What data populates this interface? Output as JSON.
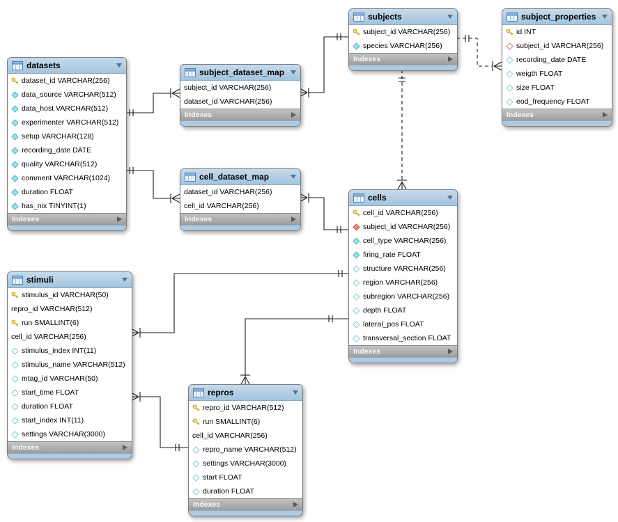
{
  "diagram": {
    "indexes_label": "Indexes",
    "colors": {
      "table_header": "#aecbe3",
      "indexes_bar": "#ababab",
      "primary_key_icon": "#ffe06a",
      "attribute_icon": "#9be0ea",
      "foreign_key_icon": "#f0837b",
      "connector_line": "#1a1a1a"
    },
    "tables": {
      "datasets": {
        "title": "datasets",
        "fields": [
          {
            "icon": "primary-key",
            "name": "dataset_id",
            "type": "VARCHAR(256)"
          },
          {
            "icon": "column-notnull",
            "name": "data_source",
            "type": "VARCHAR(512)"
          },
          {
            "icon": "column-notnull",
            "name": "data_host",
            "type": "VARCHAR(512)"
          },
          {
            "icon": "column-notnull",
            "name": "experimenter",
            "type": "VARCHAR(512)"
          },
          {
            "icon": "column-notnull",
            "name": "setup",
            "type": "VARCHAR(128)"
          },
          {
            "icon": "column-notnull",
            "name": "recording_date",
            "type": "DATE"
          },
          {
            "icon": "column-notnull",
            "name": "quality",
            "type": "VARCHAR(512)"
          },
          {
            "icon": "column-notnull",
            "name": "comment",
            "type": "VARCHAR(1024)"
          },
          {
            "icon": "column-notnull",
            "name": "duration",
            "type": "FLOAT"
          },
          {
            "icon": "column-notnull",
            "name": "has_nix",
            "type": "TINYINT(1)"
          }
        ]
      },
      "subject_dataset_map": {
        "title": "subject_dataset_map",
        "fields": [
          {
            "icon": "none",
            "name": "subject_id",
            "type": "VARCHAR(256)"
          },
          {
            "icon": "none",
            "name": "dataset_id",
            "type": "VARCHAR(256)"
          }
        ]
      },
      "subjects": {
        "title": "subjects",
        "fields": [
          {
            "icon": "primary-key",
            "name": "subject_id",
            "type": "VARCHAR(256)"
          },
          {
            "icon": "column-notnull",
            "name": "species",
            "type": "VARCHAR(256)"
          }
        ]
      },
      "subject_properties": {
        "title": "subject_properties",
        "fields": [
          {
            "icon": "primary-key",
            "name": "id",
            "type": "INT"
          },
          {
            "icon": "fk-nullable",
            "name": "subject_id",
            "type": "VARCHAR(256)"
          },
          {
            "icon": "column-nullable",
            "name": "recording_date",
            "type": "DATE"
          },
          {
            "icon": "column-nullable",
            "name": "weigth",
            "type": "FLOAT"
          },
          {
            "icon": "column-nullable",
            "name": "size",
            "type": "FLOAT"
          },
          {
            "icon": "column-nullable",
            "name": "eod_frequency",
            "type": "FLOAT"
          }
        ]
      },
      "cell_dataset_map": {
        "title": "cell_dataset_map",
        "fields": [
          {
            "icon": "none",
            "name": "dataset_id",
            "type": "VARCHAR(256)"
          },
          {
            "icon": "none",
            "name": "cell_id",
            "type": "VARCHAR(256)"
          }
        ]
      },
      "cells": {
        "title": "cells",
        "fields": [
          {
            "icon": "primary-key",
            "name": "cell_id",
            "type": "VARCHAR(256)"
          },
          {
            "icon": "fk-notnull",
            "name": "subject_id",
            "type": "VARCHAR(256)"
          },
          {
            "icon": "column-notnull",
            "name": "cell_type",
            "type": "VARCHAR(256)"
          },
          {
            "icon": "column-notnull",
            "name": "firing_rate",
            "type": "FLOAT"
          },
          {
            "icon": "column-nullable",
            "name": "structure",
            "type": "VARCHAR(256)"
          },
          {
            "icon": "column-nullable",
            "name": "region",
            "type": "VARCHAR(256)"
          },
          {
            "icon": "column-nullable",
            "name": "subregion",
            "type": "VARCHAR(256)"
          },
          {
            "icon": "column-nullable",
            "name": "depth",
            "type": "FLOAT"
          },
          {
            "icon": "column-nullable",
            "name": "lateral_pos",
            "type": "FLOAT"
          },
          {
            "icon": "column-nullable",
            "name": "transversal_section",
            "type": "FLOAT"
          }
        ]
      },
      "stimuli": {
        "title": "stimuli",
        "fields": [
          {
            "icon": "primary-key",
            "name": "stimulus_id",
            "type": "VARCHAR(50)"
          },
          {
            "icon": "none",
            "name": "repro_id",
            "type": "VARCHAR(512)"
          },
          {
            "icon": "primary-key",
            "name": "run",
            "type": "SMALLINT(6)"
          },
          {
            "icon": "none",
            "name": "cell_id",
            "type": "VARCHAR(256)"
          },
          {
            "icon": "column-nullable",
            "name": "stimulus_index",
            "type": "INT(11)"
          },
          {
            "icon": "column-nullable",
            "name": "stimulus_name",
            "type": "VARCHAR(512)"
          },
          {
            "icon": "column-nullable",
            "name": "mtag_id",
            "type": "VARCHAR(50)"
          },
          {
            "icon": "column-nullable",
            "name": "start_time",
            "type": "FLOAT"
          },
          {
            "icon": "column-nullable",
            "name": "duration",
            "type": "FLOAT"
          },
          {
            "icon": "column-nullable",
            "name": "start_index",
            "type": "INT(11)"
          },
          {
            "icon": "column-nullable",
            "name": "settings",
            "type": "VARCHAR(3000)"
          }
        ]
      },
      "repros": {
        "title": "repros",
        "fields": [
          {
            "icon": "primary-key",
            "name": "repro_id",
            "type": "VARCHAR(512)"
          },
          {
            "icon": "primary-key",
            "name": "run",
            "type": "SMALLINT(6)"
          },
          {
            "icon": "none",
            "name": "cell_id",
            "type": "VARCHAR(256)"
          },
          {
            "icon": "column-nullable",
            "name": "repro_name",
            "type": "VARCHAR(512)"
          },
          {
            "icon": "column-nullable",
            "name": "settings",
            "type": "VARCHAR(3000)"
          },
          {
            "icon": "column-nullable",
            "name": "start",
            "type": "FLOAT"
          },
          {
            "icon": "column-nullable",
            "name": "duration",
            "type": "FLOAT"
          }
        ]
      }
    },
    "relationships": [
      {
        "one": "datasets",
        "many": "subject_dataset_map",
        "line": "solid",
        "cardinality": "1:n"
      },
      {
        "one": "subjects",
        "many": "subject_dataset_map",
        "line": "solid",
        "cardinality": "1:n"
      },
      {
        "one": "subjects",
        "many": "subject_properties",
        "line": "dashed",
        "cardinality": "1:n"
      },
      {
        "one": "subjects",
        "many": "cells",
        "line": "dashed",
        "cardinality": "1:n"
      },
      {
        "one": "datasets",
        "many": "cell_dataset_map",
        "line": "solid",
        "cardinality": "1:n"
      },
      {
        "one": "cells",
        "many": "cell_dataset_map",
        "line": "solid",
        "cardinality": "1:n"
      },
      {
        "one": "cells",
        "many": "stimuli",
        "line": "solid",
        "cardinality": "1:n"
      },
      {
        "one": "cells",
        "many": "repros",
        "line": "solid",
        "cardinality": "1:n"
      },
      {
        "one": "repros",
        "many": "stimuli",
        "line": "solid",
        "cardinality": "1:n"
      }
    ]
  }
}
